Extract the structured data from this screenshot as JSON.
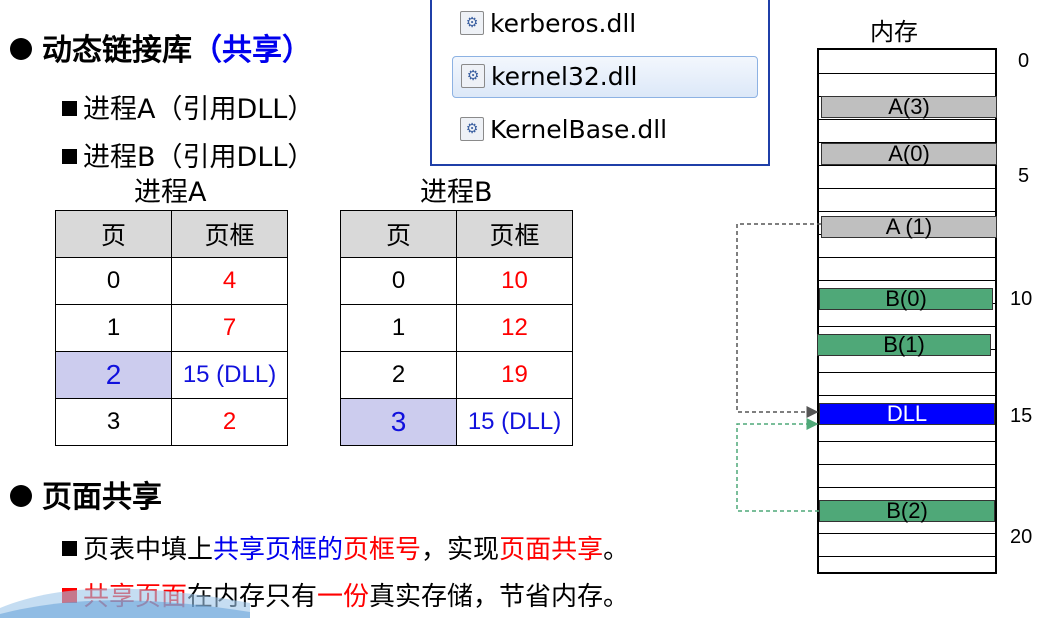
{
  "heading1": {
    "main": "动态链接库",
    "paren": "（共享）"
  },
  "process_a_ref": {
    "text": "进程A（引用DLL）"
  },
  "process_b_ref": {
    "text": "进程B（引用DLL）"
  },
  "table_a": {
    "caption": "进程A",
    "headers": [
      "页",
      "页框"
    ],
    "rows": [
      [
        "0",
        "4"
      ],
      [
        "1",
        "7"
      ],
      [
        "2",
        "15 (DLL)"
      ],
      [
        "3",
        "2"
      ]
    ]
  },
  "table_b": {
    "caption": "进程B",
    "headers": [
      "页",
      "页框"
    ],
    "rows": [
      [
        "0",
        "10"
      ],
      [
        "1",
        "12"
      ],
      [
        "2",
        "19"
      ],
      [
        "3",
        "15 (DLL)"
      ]
    ]
  },
  "files": [
    "kerberos.dll",
    "kernel32.dll",
    "KernelBase.dll"
  ],
  "memory": {
    "title": "内存",
    "addresses": [
      "0",
      "5",
      "10",
      "15",
      "20"
    ],
    "blocks": [
      "A(3)",
      "A(0)",
      "A (1)",
      "B(0)",
      "B(1)",
      "DLL",
      "B(2)"
    ]
  },
  "heading2": {
    "text": "页面共享"
  },
  "sentence1": {
    "p1": "页表中填上",
    "p2": "共享页框的",
    "p3": "页框号",
    "p4": "，实现",
    "p5": "页面共享",
    "p6": "。"
  },
  "sentence2": {
    "p1": "共享页面",
    "p2": "在内存只有",
    "p3": "一份",
    "p4": "真实存储，节省内存。"
  },
  "colors": {
    "accent_blue": "#0000ee",
    "accent_red": "#ff0000",
    "dll_block": "#0000ff",
    "process_a_block": "#bfbfbf",
    "process_b_block": "#4fa878"
  }
}
